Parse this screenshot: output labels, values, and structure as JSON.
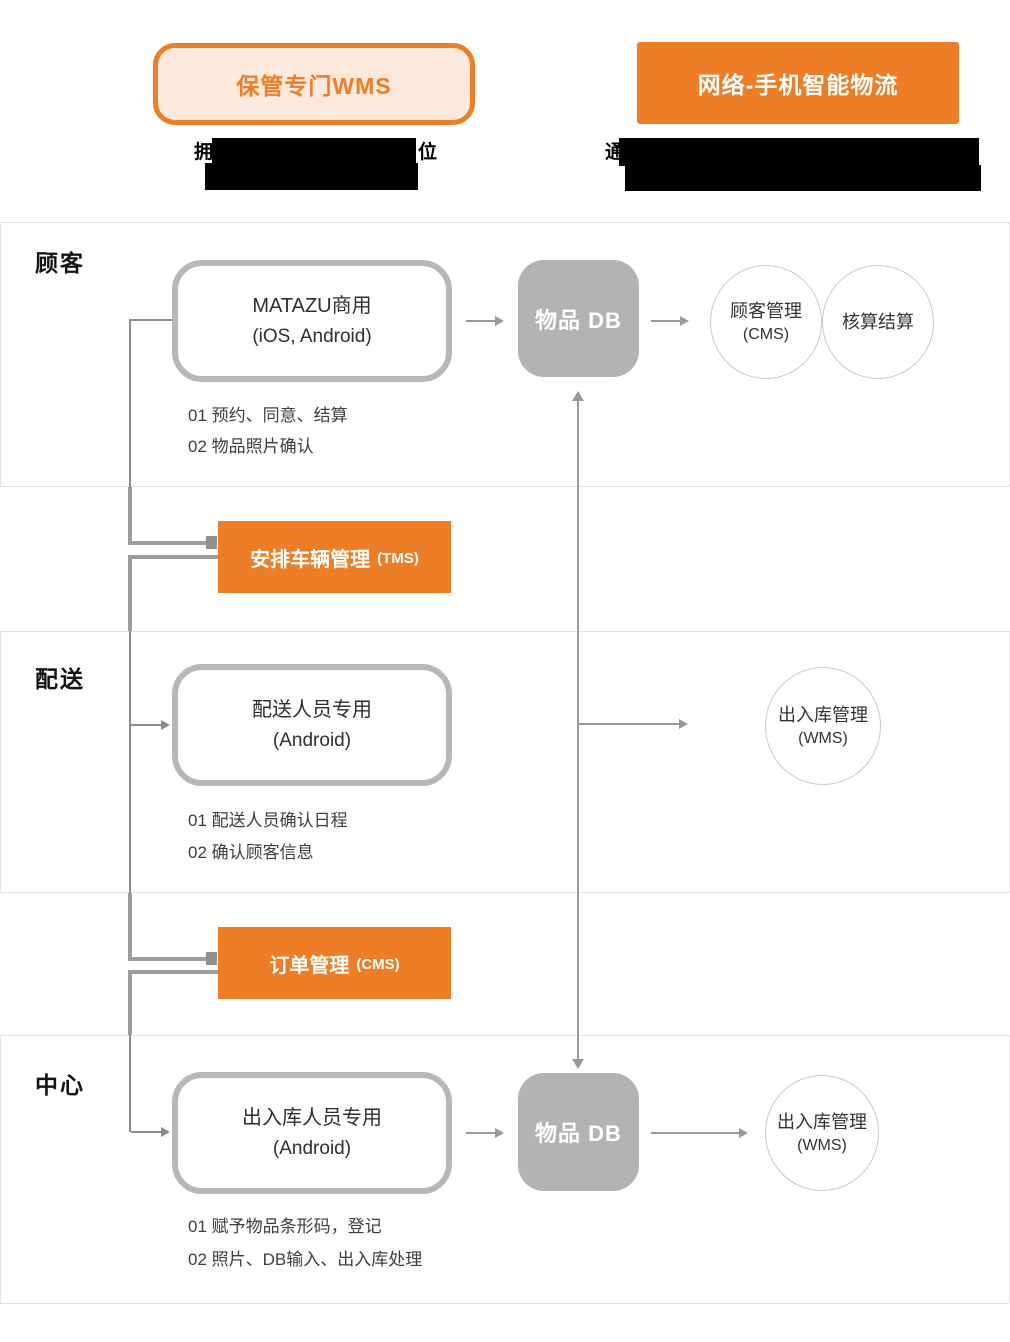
{
  "header": {
    "left_program": {
      "title": "保管专门WMS"
    },
    "right_program": {
      "title": "网络-手机智能物流"
    },
    "left_caption": {
      "prefix": "拥",
      "suffix": "位",
      "redacted": true
    },
    "right_caption": {
      "prefix": "通",
      "redacted": true
    }
  },
  "rows": [
    {
      "label": "顾客",
      "app": {
        "title": "MATAZU商用",
        "platform": "(iOS, Android)"
      },
      "notes": [
        "01 预约、同意、结算",
        "02 物品照片确认"
      ],
      "db": {
        "label": "物品 DB"
      },
      "circles": [
        {
          "title": "顾客管理",
          "subtitle": "(CMS)"
        },
        {
          "title": "核算结算"
        }
      ]
    },
    {
      "label": "配送",
      "app": {
        "title": "配送人员专用",
        "platform": "(Android)"
      },
      "notes": [
        "01 配送人员确认日程",
        "02 确认顾客信息"
      ],
      "circles": [
        {
          "title": "出入库管理",
          "subtitle": "(WMS)"
        }
      ]
    },
    {
      "label": "中心",
      "app": {
        "title": "出入库人员专用",
        "platform": "(Android)"
      },
      "notes": [
        "01 赋予物品条形码，登记",
        "02 照片、DB输入、出入库处理"
      ],
      "db": {
        "label": "物品 DB"
      },
      "circles": [
        {
          "title": "出入库管理",
          "subtitle": "(WMS)"
        }
      ]
    }
  ],
  "connectors": {
    "tms": {
      "title": "安排车辆管理",
      "suffix": "(TMS)"
    },
    "cms": {
      "title": "订单管理",
      "suffix": "(CMS)"
    }
  },
  "colors": {
    "orange": "#ED7D27",
    "peach_fill": "#FCE9DB",
    "db_gray": "#B3B3B3",
    "box_border_gray": "#B7B7B7",
    "line_gray": "#999999",
    "band_border": "#E4E4E4",
    "redaction": "#000000"
  }
}
